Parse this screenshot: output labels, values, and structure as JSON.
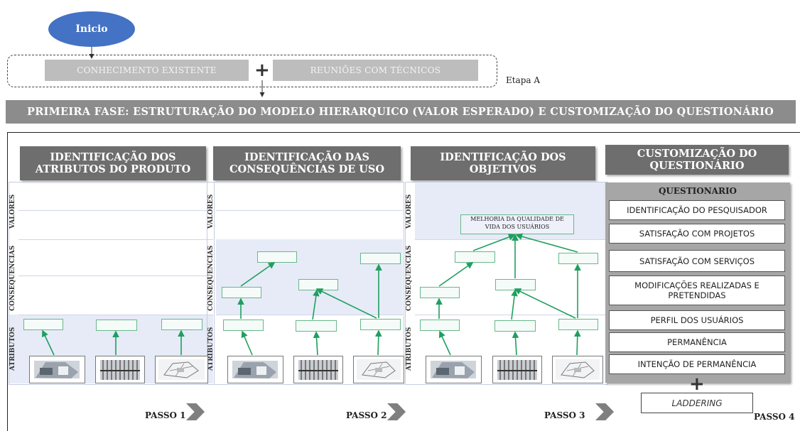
{
  "start": {
    "label": "Inicio"
  },
  "existing_knowledge": {
    "label": "CONHECIMENTO EXISTENTE"
  },
  "technician_meetings": {
    "label": "REUNIÕES COM TÉCNICOS"
  },
  "stage": {
    "label": "Etapa A"
  },
  "phase_title": "PRIMEIRA FASE:  ESTRUTURAÇÃO DO MODELO HIERARQUICO (VALOR  ESPERADO) E CUSTOMIZAÇÃO DO QUESTIONÁRIO",
  "columns": [
    {
      "line1": "IDENTIFICAÇÃO DOS",
      "line2": "ATRIBUTOS DO PRODUTO"
    },
    {
      "line1": "IDENTIFICAÇÃO DAS",
      "line2": "CONSEQUÊNCIAS DE USO"
    },
    {
      "line1": "IDENTIFICAÇÃO DOS",
      "line2": "OBJETIVOS"
    },
    {
      "line1": "CUSTOMIZAÇÃO DO",
      "line2": "QUESTIONÁRIO"
    }
  ],
  "levels": {
    "values": "VALORES",
    "consequences": "CONSEQUENCIAS",
    "attributes": "ATRIBUTOS"
  },
  "goal_box": {
    "line1": "MELHORIA DA QUALIDADE DE",
    "line2": "VIDA DOS USUÁRIOS"
  },
  "questionnaire": {
    "title": "QUESTIONARIO",
    "items": [
      "IDENTIFICAÇÃO DO PESQUISADOR",
      "SATISFAÇÃO COM PROJETOS",
      "SATISFAÇÃO COM SERVIÇOS",
      "MODIFICAÇÕES REALIZADAS E PRETENDIDAS",
      "PERFIL DOS USUÁRIOS",
      "PERMANÊNCIA",
      "INTENÇÃO DE PERMANÊNCIA"
    ]
  },
  "laddering": {
    "label": "LADDERING"
  },
  "steps": [
    "PASSO 1",
    "PASSO 2",
    "PASSO 3",
    "PASSO 4"
  ],
  "colors": {
    "start": "#4472c4",
    "phase_bar": "#8c8c8c",
    "column_header": "#6e6e6e",
    "shade": "#e6ebf7",
    "link": "#1f9f5f"
  }
}
